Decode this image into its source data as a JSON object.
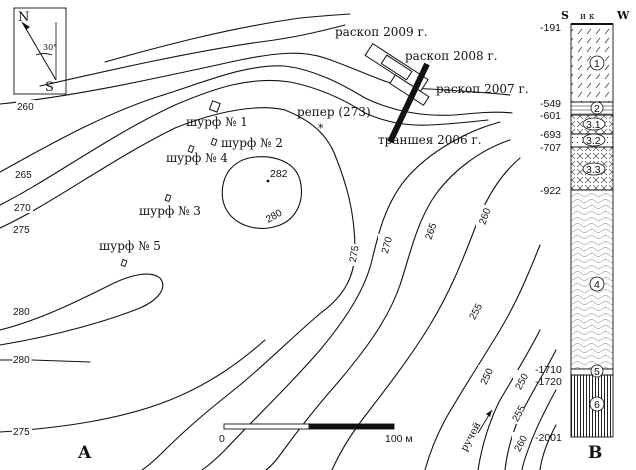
{
  "panels": {
    "left": "A",
    "right": "B"
  },
  "compass": {
    "north": "N",
    "south": "S",
    "angle": "30°"
  },
  "excavations": {
    "dig_2009": "раскоп 2009 г.",
    "dig_2008": "раскоп 2008 г.",
    "dig_2007": "раскоп 2007 г.",
    "trench_2006": "траншея 2006 г."
  },
  "benchmark": {
    "label": "репер (273)"
  },
  "pits": {
    "pit_1": "шурф № 1",
    "pit_2": "шурф № 2",
    "pit_3": "шурф № 3",
    "pit_4": "шурф № 4",
    "pit_5": "шурф № 5"
  },
  "spot_height": "282",
  "stream": "ручей",
  "scale": {
    "start": "0",
    "end": "100 м"
  },
  "contour_labels": {
    "c260_left": "260",
    "c265_left": "265",
    "c270_left": "270",
    "c275_left": "275",
    "c280_left": "280",
    "c280_left_b": "280",
    "c275_bottom": "275",
    "c280_hill": "280",
    "c275_mid": "275",
    "c270_mid": "270",
    "c265_mid": "265",
    "c260_mid": "260",
    "c255_mid": "255",
    "c250_low": "250",
    "c250_right": "250",
    "c255_right": "255",
    "c260_right": "260"
  },
  "column": {
    "header": {
      "s": "S",
      "middle": "и к",
      "w": "W"
    },
    "depths": {
      "d191": "-191",
      "d549": "-549",
      "d601": "-601",
      "d693": "-693",
      "d707": "-707",
      "d922": "-922",
      "d1710": "-1710",
      "d1720": "-1720",
      "d2001": "-2001"
    },
    "layers": {
      "l1": "1",
      "l2": "2",
      "l31": "3.1",
      "l32": "3.2",
      "l33": "3.3",
      "l4": "4",
      "l5": "5",
      "l6": "6"
    }
  }
}
